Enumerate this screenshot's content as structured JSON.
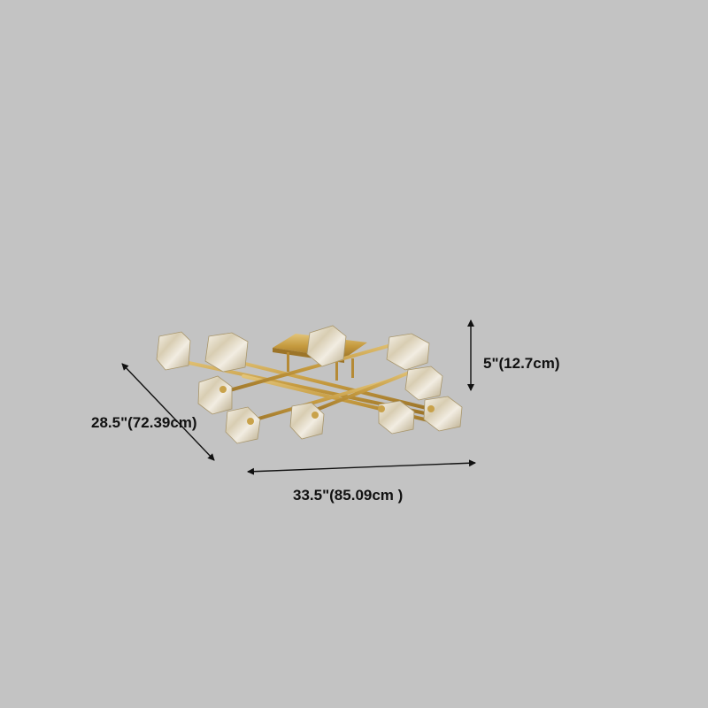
{
  "product": {
    "name": "crystal-cube-semi-flush-ceiling-light",
    "finish_color": "#c9a24a",
    "crystal_color": "#e9e4d6",
    "background_color": "#c3c3c3",
    "light_count": 11
  },
  "dimensions": {
    "depth": {
      "label": "28.5\"(72.39cm)",
      "inches": 28.5,
      "cm": 72.39
    },
    "height": {
      "label": "5\"(12.7cm)",
      "inches": 5,
      "cm": 12.7
    },
    "width": {
      "label": "33.5\"(85.09cm )",
      "inches": 33.5,
      "cm": 85.09
    }
  },
  "icons": {
    "arrow": "double-headed-arrow-icon"
  }
}
